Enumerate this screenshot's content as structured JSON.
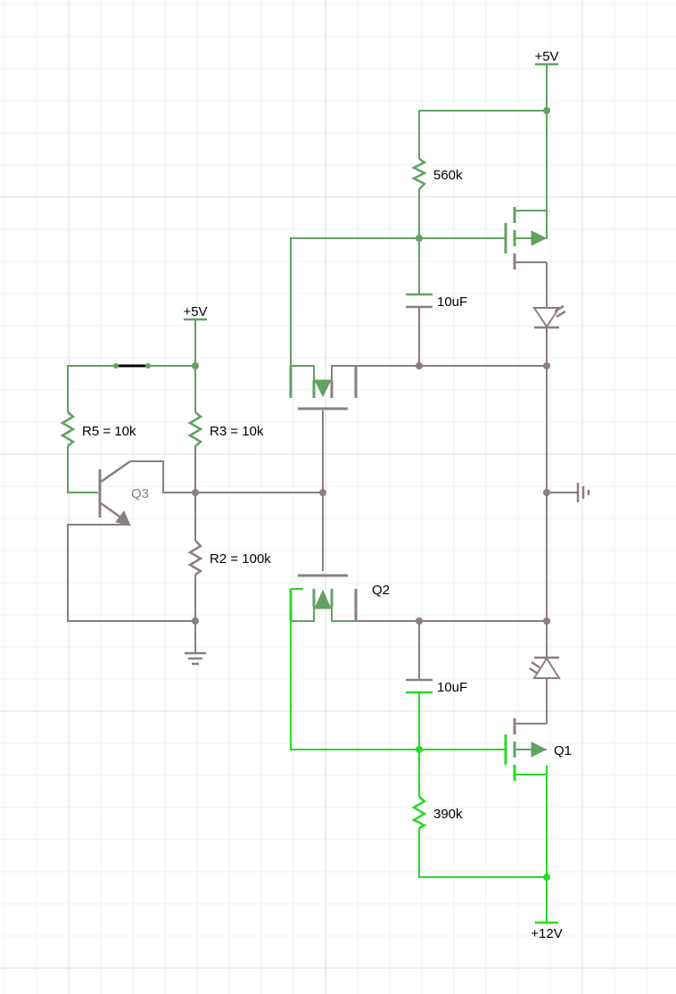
{
  "labels": {
    "v5_top": "+5V",
    "v5_left": "+5V",
    "v12": "+12V",
    "r560": "560k",
    "r390": "390k",
    "c_top": "10uF",
    "c_bottom": "10uF",
    "r5": "R5 = 10k",
    "r3": "R3 = 10k",
    "r2": "R2 = 100k",
    "q3": "Q3",
    "q2": "Q2",
    "q1": "Q1"
  },
  "colors": {
    "wire_idle": "#8a7f7f",
    "wire_active_dark": "#62a162",
    "wire_active_bright": "#2bd82b",
    "text": "#000000",
    "text_muted": "#8a7f7f",
    "grid": "#e4e4ec"
  }
}
